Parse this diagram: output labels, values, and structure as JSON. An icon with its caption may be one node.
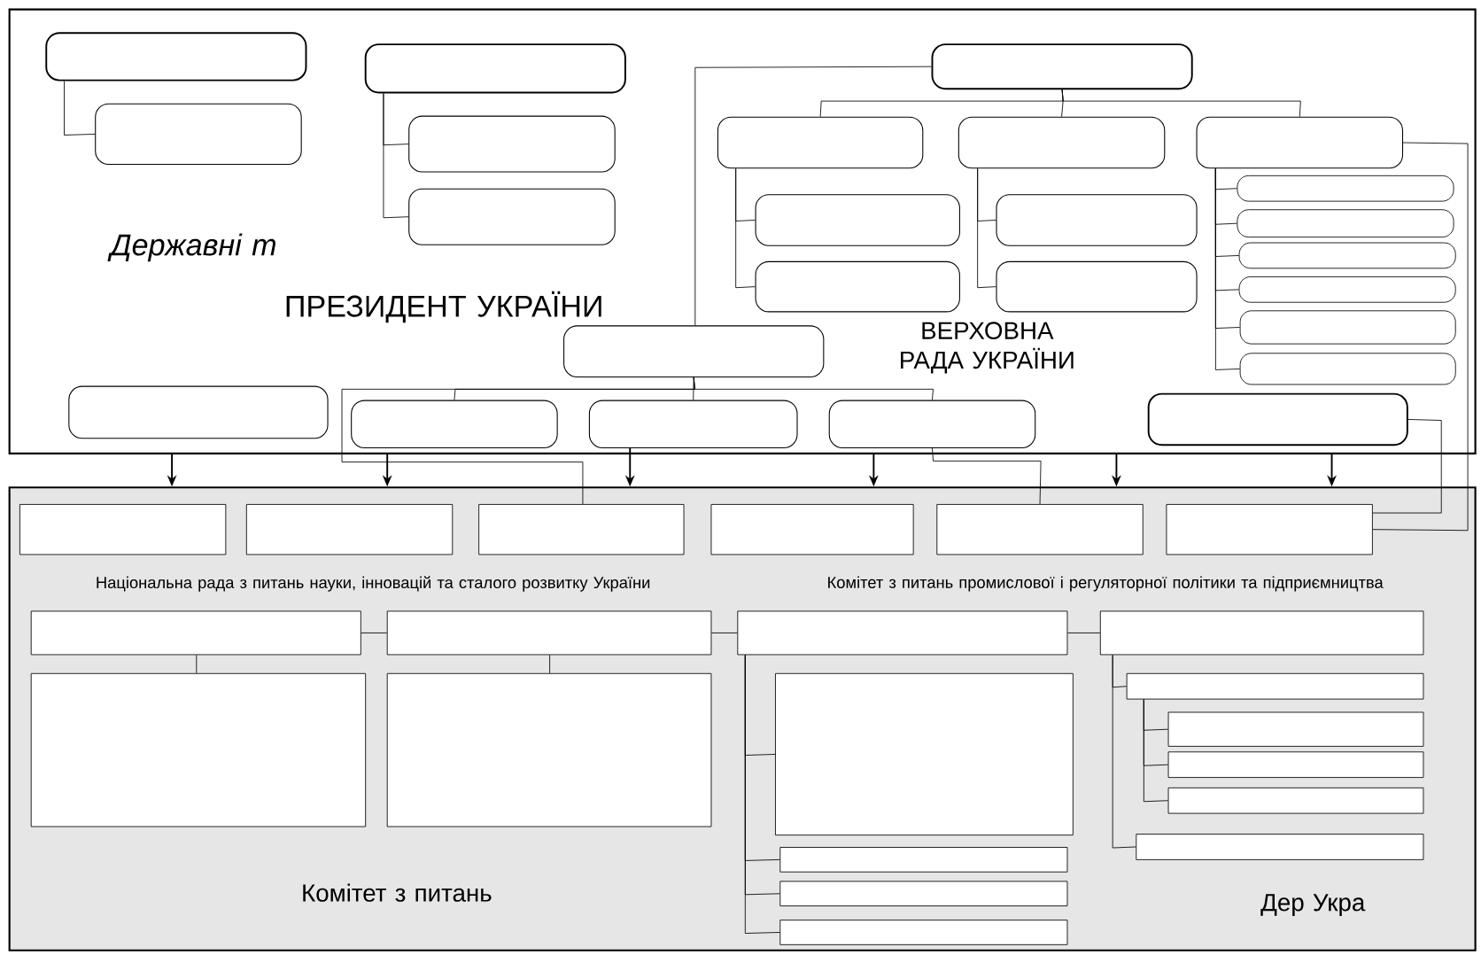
{
  "diagram": {
    "nodes": [
      {
        "text": [],
        "shape": "box"
      },
      {
        "text": [],
        "shape": "box",
        "in": 0
      },
      {
        "text": [],
        "shape": "box",
        "in": 0
      },
      {
        "text": [],
        "shape": "box",
        "in": 0
      },
      {
        "text": [],
        "shape": "box",
        "in": 0
      },
      {
        "text": [],
        "shape": "box",
        "in": 0
      },
      {
        "text": [],
        "shape": "box",
        "in": 0
      },
      {
        "text": [],
        "shape": "box",
        "in": 0
      },
      {
        "text": [],
        "shape": "box",
        "in": 0
      },
      {
        "text": [],
        "shape": "box",
        "in": 0
      },
      {
        "text": [],
        "shape": "box",
        "in": 0
      },
      {
        "text": [],
        "shape": "box",
        "in": 0
      },
      {
        "text": [],
        "shape": "box",
        "in": 0
      },
      {
        "text": [],
        "shape": "box",
        "in": 0
      },
      {
        "text": [],
        "shape": "box",
        "in": 0
      },
      {
        "text": [],
        "shape": "box",
        "in": 0
      },
      {
        "text": [],
        "shape": "box",
        "in": 0
      },
      {
        "text": [],
        "shape": "box",
        "in": 0
      },
      {
        "text": [],
        "shape": "box",
        "in": 0
      },
      {
        "text": [],
        "shape": "box",
        "in": 0
      },
      {
        "text": [],
        "shape": "box",
        "in": 0
      },
      {
        "text": [],
        "shape": "box",
        "in": 0
      },
      {
        "text": [],
        "shape": "box",
        "in": 0
      },
      {
        "text": [],
        "shape": "box",
        "in": 0
      },
      {
        "text": [],
        "shape": "box",
        "in": 0
      },
      {
        "text": [],
        "shape": "box",
        "in": 0
      },
      {
        "text": [],
        "shape": "box"
      },
      {
        "text": [],
        "shape": "box",
        "in": 26
      },
      {
        "text": [],
        "shape": "box",
        "in": 26
      },
      {
        "text": [],
        "shape": "box",
        "in": 26
      },
      {
        "text": [],
        "shape": "box",
        "in": 26
      },
      {
        "text": [],
        "shape": "box",
        "in": 26
      },
      {
        "text": [],
        "shape": "box",
        "in": 26
      },
      {
        "text": [],
        "shape": "box",
        "in": 26
      },
      {
        "text": [],
        "shape": "box",
        "in": 26
      },
      {
        "text": [],
        "shape": "box",
        "in": 26
      },
      {
        "text": [],
        "shape": "box",
        "in": 26
      },
      {
        "text": [],
        "shape": "box",
        "in": 26
      },
      {
        "text": [],
        "shape": "box",
        "in": 26
      },
      {
        "text": [],
        "shape": "box",
        "in": 26
      },
      {
        "text": [],
        "shape": "box",
        "in": 26
      },
      {
        "text": [],
        "shape": "box",
        "in": 26
      },
      {
        "text": [],
        "shape": "box",
        "in": 26
      },
      {
        "text": [],
        "shape": "box",
        "in": 26
      },
      {
        "text": [],
        "shape": "box",
        "in": 26
      },
      {
        "text": [],
        "shape": "box",
        "in": 26
      },
      {
        "text": [],
        "shape": "box",
        "in": 26
      },
      {
        "text": [],
        "shape": "box",
        "in": 26
      }
    ],
    "edges": [
      {
        "from": 1,
        "to": 2,
        "arrow": "none"
      },
      {
        "from": 3,
        "to": 4,
        "arrow": "none"
      },
      {
        "from": 3,
        "to": 5,
        "arrow": "none"
      },
      {
        "from": 6,
        "to": 7,
        "arrow": "none"
      },
      {
        "from": 6,
        "to": 8,
        "arrow": "none"
      },
      {
        "from": 6,
        "to": 9,
        "arrow": "none"
      },
      {
        "from": 6,
        "to": 20,
        "arrow": "none"
      },
      {
        "from": 7,
        "to": 10,
        "arrow": "none"
      },
      {
        "from": 7,
        "to": 11,
        "arrow": "none"
      },
      {
        "from": 8,
        "to": 12,
        "arrow": "none"
      },
      {
        "from": 8,
        "to": 13,
        "arrow": "none"
      },
      {
        "from": 9,
        "to": 14,
        "arrow": "none"
      },
      {
        "from": 9,
        "to": 15,
        "arrow": "none"
      },
      {
        "from": 9,
        "to": 16,
        "arrow": "none"
      },
      {
        "from": 9,
        "to": 17,
        "arrow": "none"
      },
      {
        "from": 9,
        "to": 18,
        "arrow": "none"
      },
      {
        "from": 9,
        "to": 19,
        "arrow": "none"
      },
      {
        "from": 9,
        "to": 32,
        "arrow": "none"
      },
      {
        "from": 25,
        "to": 32,
        "arrow": "none"
      },
      {
        "from": 20,
        "to": 22,
        "arrow": "none"
      },
      {
        "from": 20,
        "to": 23,
        "arrow": "none"
      },
      {
        "from": 20,
        "to": 24,
        "arrow": "none"
      },
      {
        "from": 20,
        "to": 29,
        "arrow": "none"
      },
      {
        "from": 24,
        "to": 31,
        "arrow": "none"
      },
      {
        "from": 0,
        "to": 26,
        "arrow": "to"
      },
      {
        "from": 0,
        "to": 26,
        "arrow": "to"
      },
      {
        "from": 0,
        "to": 26,
        "arrow": "to"
      },
      {
        "from": 0,
        "to": 26,
        "arrow": "to"
      },
      {
        "from": 0,
        "to": 26,
        "arrow": "to"
      },
      {
        "from": 23,
        "to": 26,
        "arrow": "to"
      },
      {
        "from": 33,
        "to": 34,
        "arrow": "none"
      },
      {
        "from": 34,
        "to": 35,
        "arrow": "none"
      },
      {
        "from": 35,
        "to": 36,
        "arrow": "none"
      },
      {
        "from": 33,
        "to": 37,
        "arrow": "none"
      },
      {
        "from": 34,
        "to": 38,
        "arrow": "none"
      },
      {
        "from": 35,
        "to": 39,
        "arrow": "none"
      },
      {
        "from": 35,
        "to": 40,
        "arrow": "none"
      },
      {
        "from": 35,
        "to": 41,
        "arrow": "none"
      },
      {
        "from": 35,
        "to": 42,
        "arrow": "none"
      },
      {
        "from": 36,
        "to": 43,
        "arrow": "none"
      },
      {
        "from": 36,
        "to": 47,
        "arrow": "none"
      },
      {
        "from": 43,
        "to": 44,
        "arrow": "none"
      },
      {
        "from": 43,
        "to": 45,
        "arrow": "none"
      },
      {
        "from": 43,
        "to": 46,
        "arrow": "none"
      }
    ],
    "labels": [
      "Державні т",
      "ПРЕЗИДЕНТ УКРАЇНИ",
      "ВЕРХОВНА РАДА УКРАЇНИ",
      "Національна рада з питань науки, інновацій та сталого розвитку України",
      "Комітет з питань промислової і регуляторної політики та підприємництва",
      "Комітет з питань",
      "Дер Укра"
    ]
  }
}
